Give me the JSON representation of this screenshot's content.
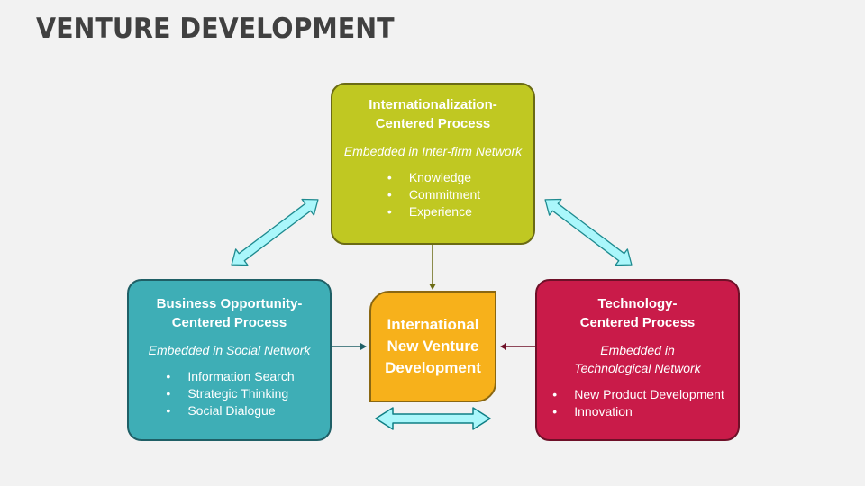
{
  "title": "VENTURE DEVELOPMENT",
  "colors": {
    "background": "#f2f2f2",
    "title": "#404040",
    "internationalization": "#c0c822",
    "business_opportunity": "#3eaeb6",
    "technology": "#c91b49",
    "center": "#f7b11b",
    "arrow_fill": "#aaf7fb",
    "arrow_stroke": "#1e8a8f"
  },
  "nodes": {
    "top": {
      "heading_line1": "Internationalization-",
      "heading_line2": "Centered Process",
      "subtitle": "Embedded in Inter-firm Network",
      "items": [
        "Knowledge",
        "Commitment",
        "Experience"
      ]
    },
    "left": {
      "heading_line1": "Business Opportunity-",
      "heading_line2": "Centered Process",
      "subtitle": "Embedded in Social Network",
      "items": [
        "Information Search",
        "Strategic Thinking",
        "Social Dialogue"
      ]
    },
    "right": {
      "heading_line1": "Technology-",
      "heading_line2": "Centered Process",
      "subtitle_line1": "Embedded in",
      "subtitle_line2": "Technological Network",
      "items": [
        "New Product Development",
        "Innovation"
      ]
    },
    "center": {
      "line1": "International",
      "line2": "New Venture",
      "line3": "Development"
    }
  },
  "connectors": [
    {
      "from": "top",
      "to": "center",
      "type": "single-arrow"
    },
    {
      "from": "left",
      "to": "center",
      "type": "single-arrow"
    },
    {
      "from": "right",
      "to": "center",
      "type": "single-arrow"
    },
    {
      "between": [
        "left",
        "top"
      ],
      "type": "double-block-arrow"
    },
    {
      "between": [
        "top",
        "right"
      ],
      "type": "double-block-arrow"
    },
    {
      "below": "center",
      "type": "double-block-arrow"
    }
  ]
}
